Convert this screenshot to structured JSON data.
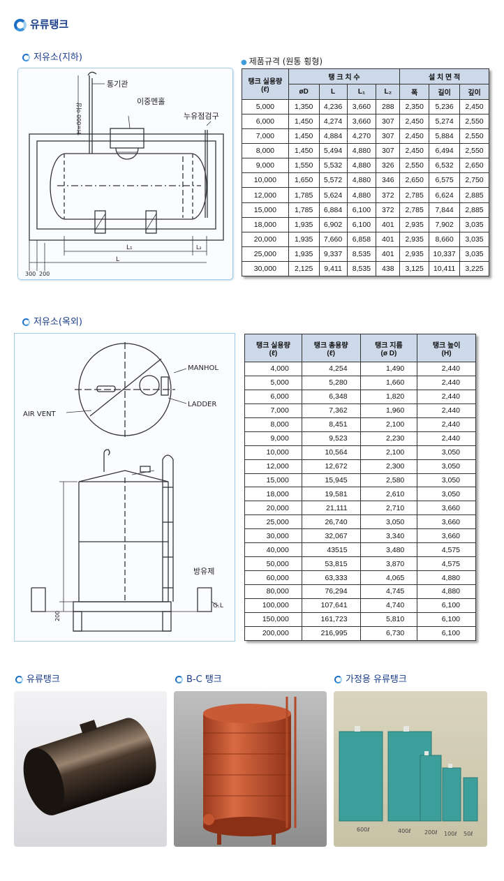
{
  "header": {
    "title": "유류탱크"
  },
  "underground": {
    "title": "저유소(지하)",
    "labels": {
      "vent": "통기관",
      "manhole": "이중멘홀",
      "inspect": "누유점검구",
      "height": "H=000 이상",
      "d300": "300",
      "d200": "200",
      "l1": "L₁",
      "l2": "L₂",
      "l": "L"
    }
  },
  "spec1": {
    "title": "제품규격 (원통 횡형)",
    "headers": {
      "capacity": "탱크 실용량",
      "capacity_unit": "(ℓ)",
      "dims": "탱 크 치 수",
      "area": "설 치 면 적"
    },
    "subheaders": [
      "øD",
      "L",
      "L₁",
      "L₂",
      "폭",
      "길이",
      "깊이"
    ],
    "rows": [
      [
        "5,000",
        "1,350",
        "4,236",
        "3,660",
        "288",
        "2,350",
        "5,236",
        "2,450"
      ],
      [
        "6,000",
        "1,450",
        "4,274",
        "3,660",
        "307",
        "2,450",
        "5,274",
        "2,550"
      ],
      [
        "7,000",
        "1,450",
        "4,884",
        "4,270",
        "307",
        "2,450",
        "5,884",
        "2,550"
      ],
      [
        "8,000",
        "1,450",
        "5,494",
        "4,880",
        "307",
        "2,450",
        "6,494",
        "2,550"
      ],
      [
        "9,000",
        "1,550",
        "5,532",
        "4,880",
        "326",
        "2,550",
        "6,532",
        "2,650"
      ],
      [
        "10,000",
        "1,650",
        "5,572",
        "4,880",
        "346",
        "2,650",
        "6,575",
        "2,750"
      ],
      [
        "12,000",
        "1,785",
        "5,624",
        "4,880",
        "372",
        "2,785",
        "6,624",
        "2,885"
      ],
      [
        "15,000",
        "1,785",
        "6,884",
        "6,100",
        "372",
        "2,785",
        "7,844",
        "2,885"
      ],
      [
        "18,000",
        "1,935",
        "6,902",
        "6,100",
        "401",
        "2,935",
        "7,902",
        "3,035"
      ],
      [
        "20,000",
        "1,935",
        "7,660",
        "6,858",
        "401",
        "2,935",
        "8,660",
        "3,035"
      ],
      [
        "25,000",
        "1,935",
        "9,337",
        "8,535",
        "401",
        "2,935",
        "10,337",
        "3,035"
      ],
      [
        "30,000",
        "2,125",
        "9,411",
        "8,535",
        "438",
        "3,125",
        "10,411",
        "3,225"
      ]
    ]
  },
  "outdoor": {
    "title": "저유소(옥외)",
    "labels": {
      "manhol": "MANHOL",
      "ladder": "LADDER",
      "airvent": "AIR VENT",
      "dike": "방유제",
      "gl": "G.L",
      "d200": "200"
    }
  },
  "spec2": {
    "headers": [
      [
        "탱크 실용량",
        "(ℓ)"
      ],
      [
        "탱크 총용량",
        "(ℓ)"
      ],
      [
        "탱크 지름",
        "(ø D)"
      ],
      [
        "탱크 높이",
        "(H)"
      ]
    ],
    "rows": [
      [
        "4,000",
        "4,254",
        "1,490",
        "2,440"
      ],
      [
        "5,000",
        "5,280",
        "1,660",
        "2,440"
      ],
      [
        "6,000",
        "6,348",
        "1,820",
        "2,440"
      ],
      [
        "7,000",
        "7,362",
        "1,960",
        "2,440"
      ],
      [
        "8,000",
        "8,451",
        "2,100",
        "2,440"
      ],
      [
        "9,000",
        "9,523",
        "2,230",
        "2,440"
      ],
      [
        "10,000",
        "10,564",
        "2,100",
        "3,050"
      ],
      [
        "12,000",
        "12,672",
        "2,300",
        "3,050"
      ],
      [
        "15,000",
        "15,945",
        "2,580",
        "3,050"
      ],
      [
        "18,000",
        "19,581",
        "2,610",
        "3,050"
      ],
      [
        "20,000",
        "21,111",
        "2,710",
        "3,660"
      ],
      [
        "25,000",
        "26,740",
        "3,050",
        "3,660"
      ],
      [
        "30,000",
        "32,067",
        "3,340",
        "3,660"
      ],
      [
        "40,000",
        "43515",
        "3,480",
        "4,575"
      ],
      [
        "50,000",
        "53,815",
        "3,870",
        "4,575"
      ],
      [
        "60,000",
        "63,333",
        "4,065",
        "4,880"
      ],
      [
        "80,000",
        "76,294",
        "4,745",
        "4,880"
      ],
      [
        "100,000",
        "107,641",
        "4,740",
        "6,100"
      ],
      [
        "150,000",
        "161,723",
        "5,810",
        "6,100"
      ],
      [
        "200,000",
        "216,995",
        "6,730",
        "6,100"
      ]
    ]
  },
  "products": [
    {
      "title": "유류탱크"
    },
    {
      "title": "B-C 탱크"
    },
    {
      "title": "가정용 유류탱크",
      "sizes": [
        "600ℓ",
        "400ℓ",
        "200ℓ",
        "100ℓ",
        "50ℓ"
      ]
    }
  ],
  "colors": {
    "accent": "#1b6fc2",
    "title": "#1a3d8a",
    "table_header": "#cdd9e8",
    "panel_border": "#9fcce8"
  }
}
